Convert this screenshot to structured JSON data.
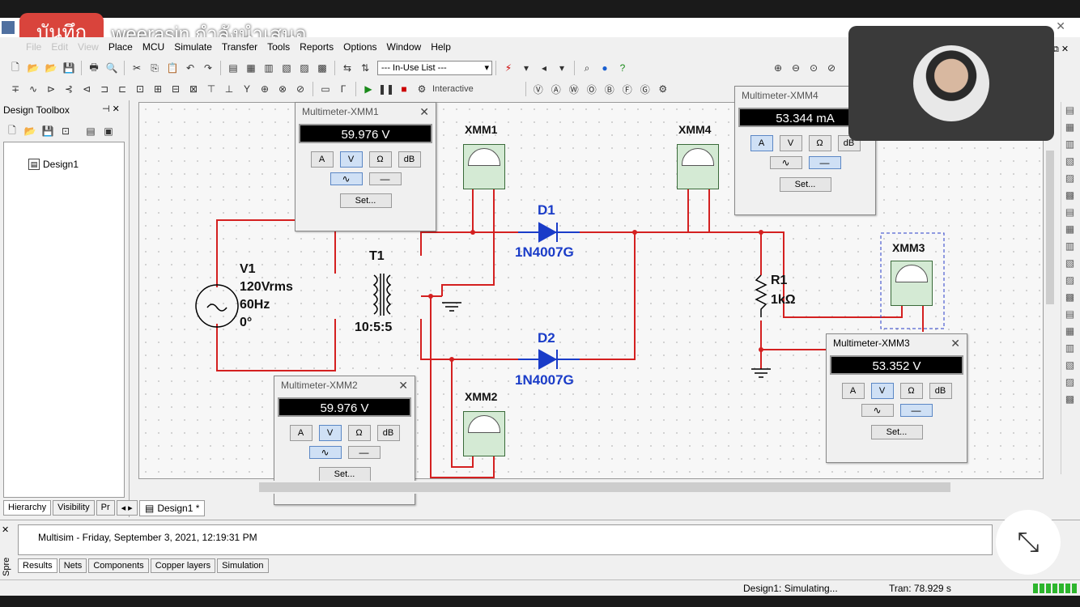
{
  "recording": {
    "badge": "บันทึก",
    "presenter": "weerasin กำลังนำเสนอ"
  },
  "menu": [
    "File",
    "Edit",
    "View",
    "Place",
    "MCU",
    "Simulate",
    "Transfer",
    "Tools",
    "Reports",
    "Options",
    "Window",
    "Help"
  ],
  "toolbar": {
    "inuse_list": "--- In-Use List ---",
    "interactive": "Interactive"
  },
  "toolbox": {
    "title": "Design Toolbox",
    "design": "Design1",
    "tabs": [
      "Hierarchy",
      "Visibility",
      "Pr"
    ]
  },
  "canvas_tab": "Design1 *",
  "multimeters": [
    {
      "title": "Multimeter-XMM1",
      "reading": "59.976 V"
    },
    {
      "title": "Multimeter-XMM2",
      "reading": "59.976 V"
    },
    {
      "title": "Multimeter-XMM4",
      "reading": "53.344 mA"
    },
    {
      "title": "Multimeter-XMM3",
      "reading": "53.352 V"
    }
  ],
  "mm_buttons": {
    "a": "A",
    "v": "V",
    "ohm": "Ω",
    "db": "dB",
    "set": "Set...",
    "plus": "+",
    "minus": "−"
  },
  "circuit": {
    "v1": {
      "name": "V1",
      "l1": "120Vrms",
      "l2": "60Hz",
      "l3": "0°"
    },
    "t1": {
      "name": "T1",
      "ratio": "10:5:5"
    },
    "d1": {
      "name": "D1",
      "part": "1N4007G"
    },
    "d2": {
      "name": "D2",
      "part": "1N4007G"
    },
    "r1": {
      "name": "R1",
      "value": "1kΩ"
    },
    "xmm1": "XMM1",
    "xmm2": "XMM2",
    "xmm3": "XMM3",
    "xmm4": "XMM4"
  },
  "spreadsheet": {
    "message": "Multisim  -  Friday, September 3, 2021, 12:19:31 PM",
    "tabs": [
      "Results",
      "Nets",
      "Components",
      "Copper layers",
      "Simulation"
    ],
    "side": "Spre"
  },
  "status": {
    "sim": "Design1: Simulating...",
    "tran": "Tran: 78.929 s"
  },
  "colors": {
    "wire": "#d42020",
    "diode": "#1a3cc8",
    "recording": "#d9443c"
  }
}
